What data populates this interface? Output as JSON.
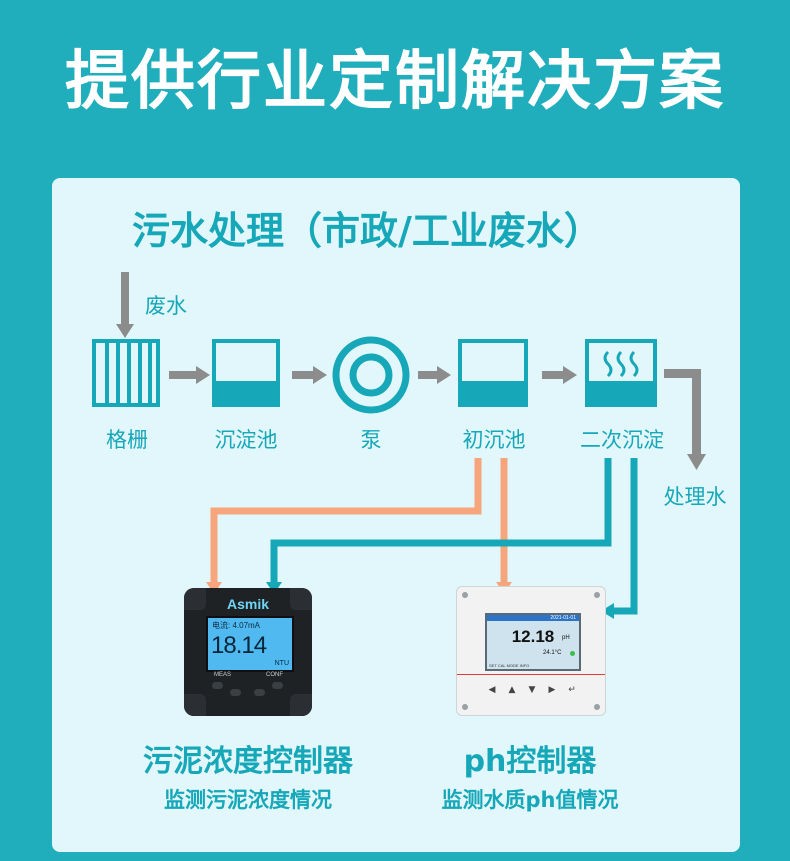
{
  "title": "提供行业定制解决方案",
  "panel": {
    "heading": "污水处理（市政/工业废水）"
  },
  "flow": {
    "input_label": "废水",
    "output_label": "处理水",
    "stages": [
      {
        "label": "格栅",
        "icon": "grille-icon"
      },
      {
        "label": "沉淀池",
        "icon": "sedimentation-tank-icon"
      },
      {
        "label": "泵",
        "icon": "pump-icon"
      },
      {
        "label": "初沉池",
        "icon": "primary-settling-tank-icon"
      },
      {
        "label": "二次沉淀",
        "icon": "secondary-settling-tank-icon"
      }
    ]
  },
  "devices": {
    "sludge": {
      "name": "污泥浓度控制器",
      "desc": "监测污泥浓度情况",
      "brand": "Asmik",
      "screen_top": "电流: 4.07mA",
      "reading": "18.14",
      "unit": "NTU",
      "key_left": "MEAS",
      "key_right": "CONF"
    },
    "ph": {
      "name": "ph控制器",
      "desc": "监测水质ph值情况",
      "reading": "12.18",
      "unit": "pH",
      "temperature": "24.1°C",
      "status_bar": "2021-01-01",
      "footer": "SET  CAL  MODE  INFO"
    }
  },
  "colors": {
    "background": "#20aebc",
    "panel": "#e2f7fc",
    "accent": "#16a8b8",
    "pipe_gray": "#8c8c8c",
    "line_orange": "#f7a57c"
  }
}
